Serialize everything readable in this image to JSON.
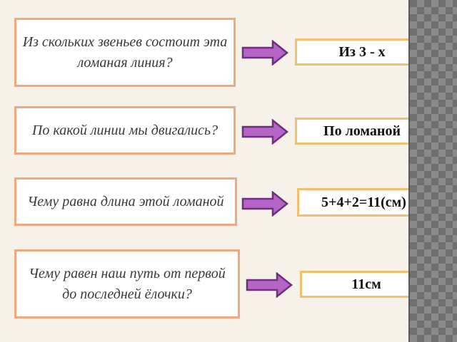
{
  "rows": [
    {
      "question": "Из скольких звеньев состоит эта ломаная линия?",
      "answer": "Из 3 - х"
    },
    {
      "question": "По какой линии мы двигались?",
      "answer": "По ломаной"
    },
    {
      "question": "Чему равна длина этой ломаной",
      "answer": "5+4+2=11(см)"
    },
    {
      "question": "Чему равен наш путь от первой до последней ёлочки?",
      "answer": "11см"
    }
  ],
  "colors": {
    "background": "#f6f2e9",
    "question_border": "#f0a97e",
    "answer_border": "#f2c06a",
    "arrow_fill": "#b565c6",
    "arrow_outline": "#6e2f80"
  },
  "icons": {
    "arrow": "right-arrow-icon",
    "side_pattern": "checkered-pattern"
  }
}
